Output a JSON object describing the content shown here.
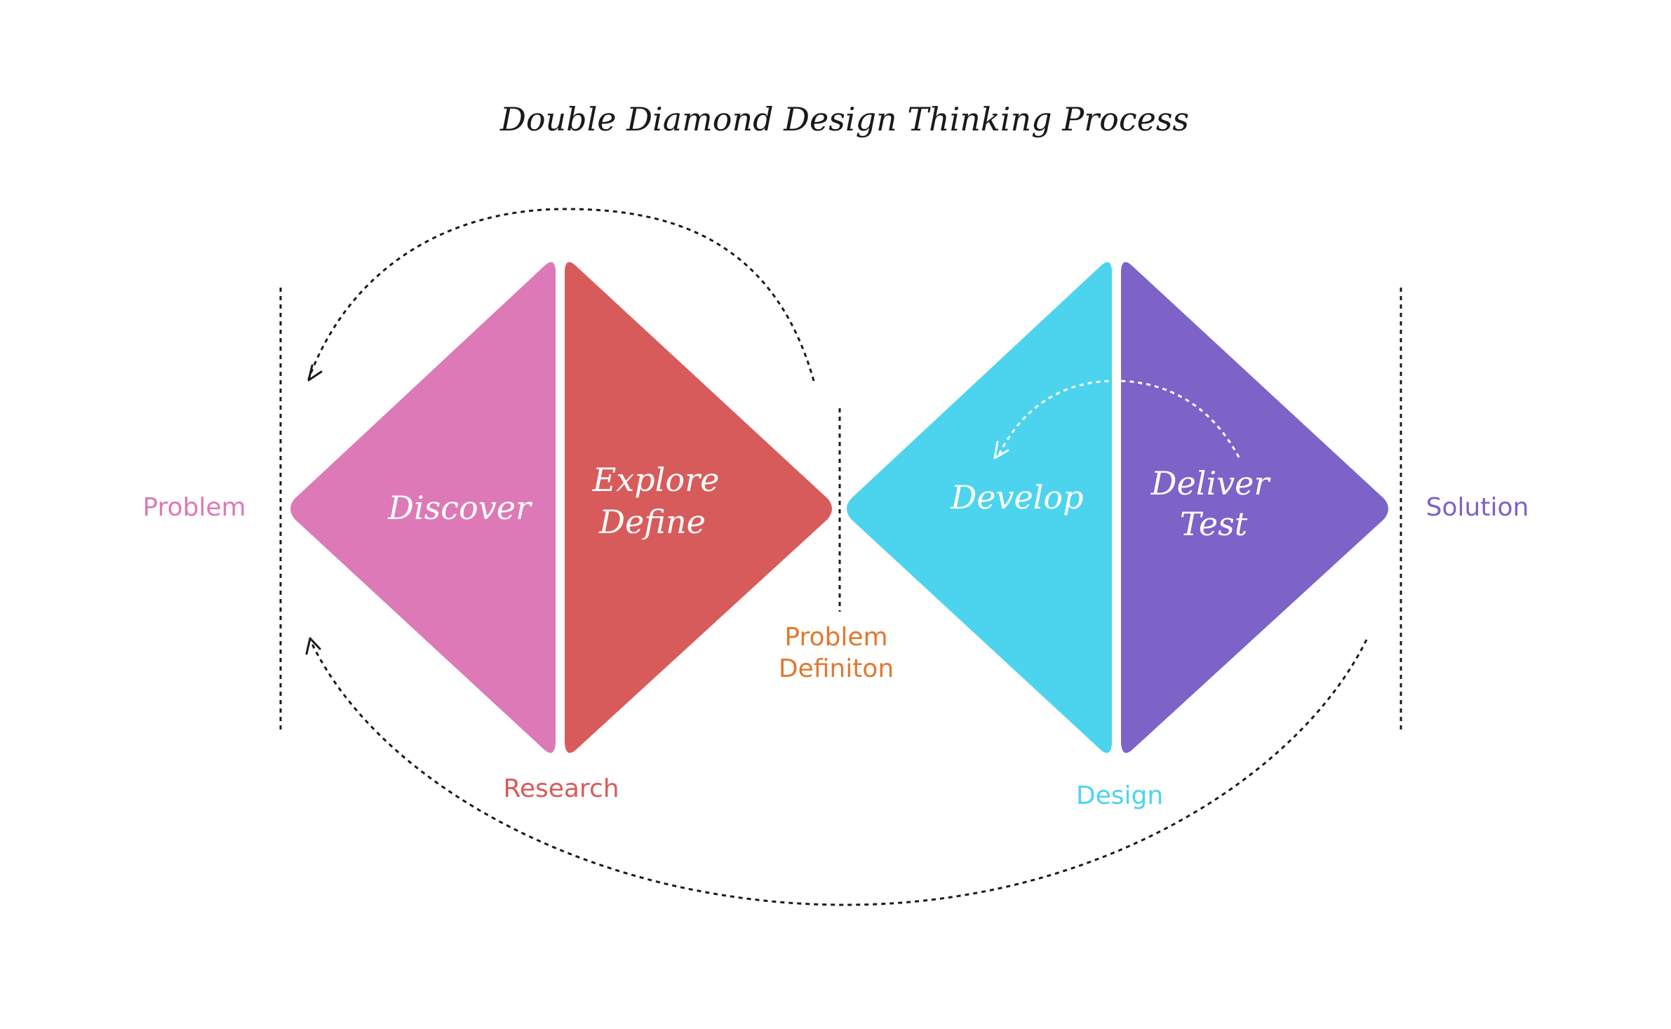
{
  "title": "Double Diamond Design Thinking Process",
  "colors": {
    "discover": "#DD79B6",
    "define": "#D85B5B",
    "develop": "#4CD4EF",
    "deliver": "#7D62C8",
    "problem_definition": "#E2782E"
  },
  "diamonds": [
    {
      "left_half": {
        "lines": [
          "Discover"
        ]
      },
      "right_half": {
        "lines": [
          "Explore",
          "Define"
        ]
      },
      "caption": "Research"
    },
    {
      "left_half": {
        "lines": [
          "Develop"
        ]
      },
      "right_half": {
        "lines": [
          "Deliver",
          "Test"
        ]
      },
      "caption": "Design"
    }
  ],
  "labels": {
    "start": "Problem",
    "middle": [
      "Problem",
      "Definiton"
    ],
    "end": "Solution"
  }
}
